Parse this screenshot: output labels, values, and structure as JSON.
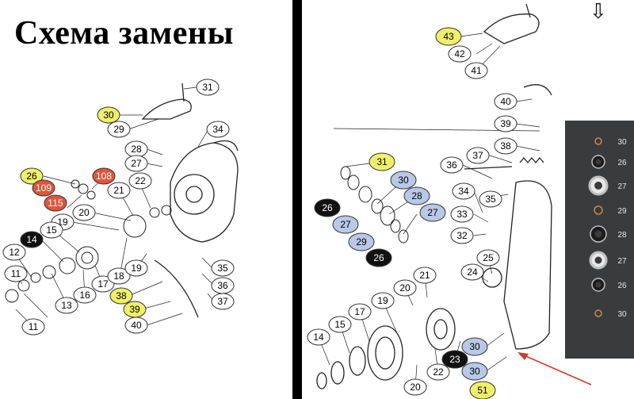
{
  "title": "Схема замены",
  "colors": {
    "plain": "#ffffff",
    "yellow": "#eef06a",
    "red": "#e0553c",
    "black": "#111111",
    "blue": "#b8c8e6",
    "photo_bg": "#3a3b3d"
  },
  "left_callouts": [
    {
      "label": "31",
      "style": "plain"
    },
    {
      "label": "30",
      "style": "yellow"
    },
    {
      "label": "29",
      "style": "plain"
    },
    {
      "label": "34",
      "style": "plain"
    },
    {
      "label": "28",
      "style": "plain"
    },
    {
      "label": "27",
      "style": "plain"
    },
    {
      "label": "26",
      "style": "yellow"
    },
    {
      "label": "108",
      "style": "red"
    },
    {
      "label": "109",
      "style": "red"
    },
    {
      "label": "115",
      "style": "red"
    },
    {
      "label": "22",
      "style": "plain"
    },
    {
      "label": "21",
      "style": "plain"
    },
    {
      "label": "20",
      "style": "plain"
    },
    {
      "label": "19",
      "style": "plain"
    },
    {
      "label": "15",
      "style": "plain"
    },
    {
      "label": "14",
      "style": "black"
    },
    {
      "label": "12",
      "style": "plain"
    },
    {
      "label": "11",
      "style": "plain"
    },
    {
      "label": "13",
      "style": "plain"
    },
    {
      "label": "16",
      "style": "plain"
    },
    {
      "label": "17",
      "style": "plain"
    },
    {
      "label": "18",
      "style": "plain"
    },
    {
      "label": "19",
      "style": "plain"
    },
    {
      "label": "38",
      "style": "yellow"
    },
    {
      "label": "39",
      "style": "yellow"
    },
    {
      "label": "40",
      "style": "plain"
    },
    {
      "label": "35",
      "style": "plain"
    },
    {
      "label": "36",
      "style": "plain"
    },
    {
      "label": "37",
      "style": "plain"
    },
    {
      "label": "11",
      "style": "plain"
    }
  ],
  "right_callouts": [
    {
      "label": "43",
      "style": "yellow"
    },
    {
      "label": "42",
      "style": "plain"
    },
    {
      "label": "41",
      "style": "plain"
    },
    {
      "label": "40",
      "style": "plain"
    },
    {
      "label": "39",
      "style": "plain"
    },
    {
      "label": "38",
      "style": "plain"
    },
    {
      "label": "37",
      "style": "plain"
    },
    {
      "label": "36",
      "style": "plain"
    },
    {
      "label": "35",
      "style": "plain"
    },
    {
      "label": "34",
      "style": "plain"
    },
    {
      "label": "33",
      "style": "plain"
    },
    {
      "label": "32",
      "style": "plain"
    },
    {
      "label": "31",
      "style": "yellow"
    },
    {
      "label": "30",
      "style": "blue"
    },
    {
      "label": "28",
      "style": "blue"
    },
    {
      "label": "27",
      "style": "blue"
    },
    {
      "label": "26",
      "style": "black"
    },
    {
      "label": "27",
      "style": "blue"
    },
    {
      "label": "29",
      "style": "blue"
    },
    {
      "label": "26",
      "style": "black"
    },
    {
      "label": "25",
      "style": "plain"
    },
    {
      "label": "24",
      "style": "plain"
    },
    {
      "label": "21",
      "style": "plain"
    },
    {
      "label": "20",
      "style": "plain"
    },
    {
      "label": "19",
      "style": "plain"
    },
    {
      "label": "17",
      "style": "plain"
    },
    {
      "label": "15",
      "style": "plain"
    },
    {
      "label": "14",
      "style": "plain"
    },
    {
      "label": "22",
      "style": "plain"
    },
    {
      "label": "23",
      "style": "black"
    },
    {
      "label": "30",
      "style": "blue"
    },
    {
      "label": "30",
      "style": "blue"
    },
    {
      "label": "20",
      "style": "plain"
    },
    {
      "label": "51",
      "style": "yellow"
    }
  ],
  "photo_labels": [
    "30",
    "26",
    "27",
    "29",
    "28",
    "27",
    "26",
    "30"
  ],
  "arrow_glyph": "⇩"
}
